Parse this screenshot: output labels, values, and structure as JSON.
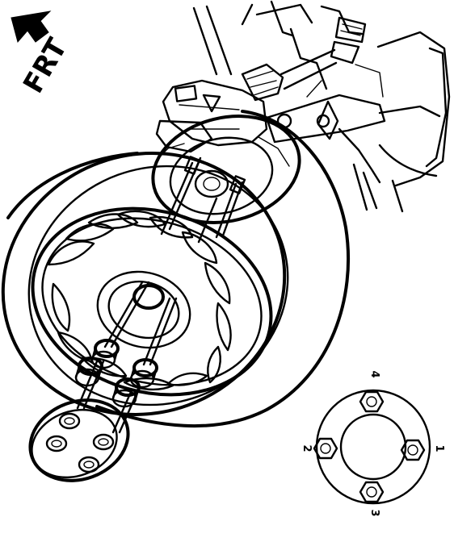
{
  "direction": {
    "label": "FRT",
    "icon": "front-arrow-icon"
  },
  "tightening_sequence": {
    "labels": [
      "1",
      "2",
      "3",
      "4"
    ]
  },
  "colors": {
    "ink": "#000000",
    "paper": "#ffffff"
  }
}
